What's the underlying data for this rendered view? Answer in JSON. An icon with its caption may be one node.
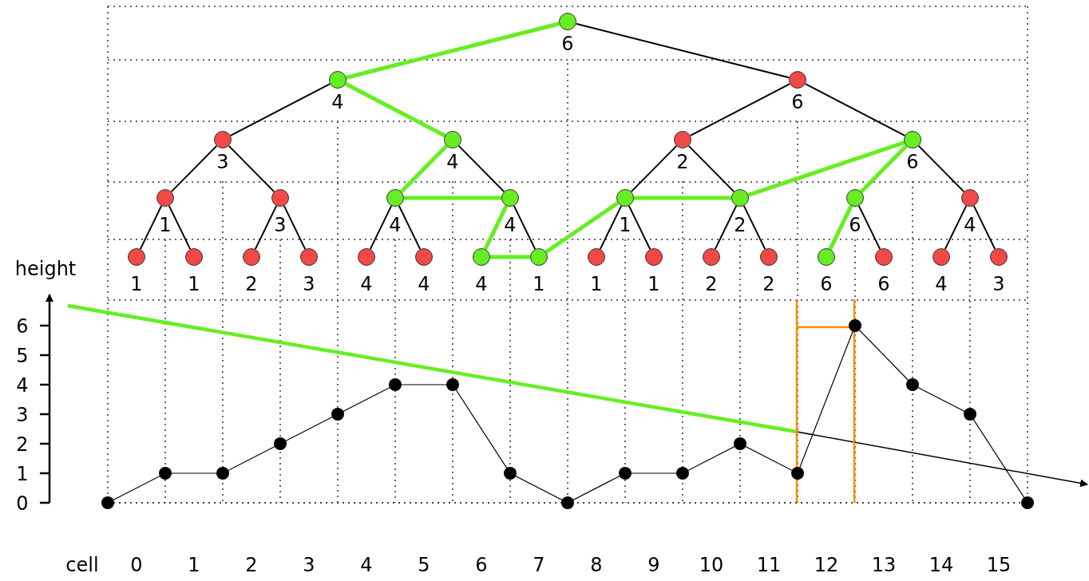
{
  "diagram": {
    "nodes": [
      {
        "text": [],
        "shape": "circle",
        "beside": [
          "6"
        ]
      },
      {
        "text": [],
        "shape": "circle",
        "beside": [
          "4"
        ]
      },
      {
        "text": [],
        "shape": "circle",
        "beside": [
          "6"
        ]
      },
      {
        "text": [],
        "shape": "circle",
        "beside": [
          "3"
        ]
      },
      {
        "text": [],
        "shape": "circle",
        "beside": [
          "4"
        ]
      },
      {
        "text": [],
        "shape": "circle",
        "beside": [
          "2"
        ]
      },
      {
        "text": [],
        "shape": "circle",
        "beside": [
          "6"
        ]
      },
      {
        "text": [],
        "shape": "circle",
        "beside": [
          "1"
        ]
      },
      {
        "text": [],
        "shape": "circle",
        "beside": [
          "3"
        ]
      },
      {
        "text": [],
        "shape": "circle",
        "beside": [
          "4"
        ]
      },
      {
        "text": [],
        "shape": "circle",
        "beside": [
          "4"
        ]
      },
      {
        "text": [],
        "shape": "circle",
        "beside": [
          "1"
        ]
      },
      {
        "text": [],
        "shape": "circle",
        "beside": [
          "2"
        ]
      },
      {
        "text": [],
        "shape": "circle",
        "beside": [
          "6"
        ]
      },
      {
        "text": [],
        "shape": "circle",
        "beside": [
          "4"
        ]
      },
      {
        "text": [],
        "shape": "circle",
        "beside": [
          "1"
        ]
      },
      {
        "text": [],
        "shape": "circle",
        "beside": [
          "1"
        ]
      },
      {
        "text": [],
        "shape": "circle",
        "beside": [
          "2"
        ]
      },
      {
        "text": [],
        "shape": "circle",
        "beside": [
          "3"
        ]
      },
      {
        "text": [],
        "shape": "circle",
        "beside": [
          "4"
        ]
      },
      {
        "text": [],
        "shape": "circle",
        "beside": [
          "4"
        ]
      },
      {
        "text": [],
        "shape": "circle",
        "beside": [
          "4"
        ]
      },
      {
        "text": [],
        "shape": "circle",
        "beside": [
          "1"
        ]
      },
      {
        "text": [],
        "shape": "circle",
        "beside": [
          "1"
        ]
      },
      {
        "text": [],
        "shape": "circle",
        "beside": [
          "1"
        ]
      },
      {
        "text": [],
        "shape": "circle",
        "beside": [
          "2"
        ]
      },
      {
        "text": [],
        "shape": "circle",
        "beside": [
          "2"
        ]
      },
      {
        "text": [],
        "shape": "circle",
        "beside": [
          "6"
        ]
      },
      {
        "text": [],
        "shape": "circle",
        "beside": [
          "6"
        ]
      },
      {
        "text": [],
        "shape": "circle",
        "beside": [
          "4"
        ]
      },
      {
        "text": [],
        "shape": "circle",
        "beside": [
          "3"
        ]
      }
    ],
    "edges": [
      {
        "from": 0,
        "to": 1,
        "arrow": "none",
        "style": "thick",
        "color": "#66ee22"
      },
      {
        "from": 0,
        "to": 2,
        "arrow": "none"
      },
      {
        "from": 1,
        "to": 3,
        "arrow": "none"
      },
      {
        "from": 1,
        "to": 4,
        "arrow": "none",
        "style": "thick",
        "color": "#66ee22"
      },
      {
        "from": 2,
        "to": 5,
        "arrow": "none"
      },
      {
        "from": 2,
        "to": 6,
        "arrow": "none"
      },
      {
        "from": 3,
        "to": 7,
        "arrow": "none"
      },
      {
        "from": 3,
        "to": 8,
        "arrow": "none"
      },
      {
        "from": 4,
        "to": 9,
        "arrow": "none",
        "style": "thick",
        "color": "#66ee22"
      },
      {
        "from": 4,
        "to": 10,
        "arrow": "none"
      },
      {
        "from": 5,
        "to": 11,
        "arrow": "none"
      },
      {
        "from": 5,
        "to": 12,
        "arrow": "none"
      },
      {
        "from": 6,
        "to": 13,
        "arrow": "none",
        "style": "thick",
        "color": "#66ee22"
      },
      {
        "from": 6,
        "to": 14,
        "arrow": "none"
      },
      {
        "from": 7,
        "to": 15,
        "arrow": "none"
      },
      {
        "from": 7,
        "to": 16,
        "arrow": "none"
      },
      {
        "from": 8,
        "to": 17,
        "arrow": "none"
      },
      {
        "from": 8,
        "to": 18,
        "arrow": "none"
      },
      {
        "from": 9,
        "to": 19,
        "arrow": "none"
      },
      {
        "from": 9,
        "to": 20,
        "arrow": "none"
      },
      {
        "from": 10,
        "to": 21,
        "arrow": "none",
        "style": "thick",
        "color": "#66ee22"
      },
      {
        "from": 10,
        "to": 22,
        "arrow": "none"
      },
      {
        "from": 11,
        "to": 23,
        "arrow": "none"
      },
      {
        "from": 11,
        "to": 24,
        "arrow": "none"
      },
      {
        "from": 12,
        "to": 25,
        "arrow": "none"
      },
      {
        "from": 12,
        "to": 26,
        "arrow": "none"
      },
      {
        "from": 13,
        "to": 27,
        "arrow": "none",
        "style": "thick",
        "color": "#66ee22"
      },
      {
        "from": 13,
        "to": 28,
        "arrow": "none"
      },
      {
        "from": 14,
        "to": 29,
        "arrow": "none"
      },
      {
        "from": 14,
        "to": 30,
        "arrow": "none"
      },
      {
        "from": 9,
        "to": 10,
        "arrow": "none",
        "style": "thick",
        "color": "#66ee22"
      },
      {
        "from": 21,
        "to": 22,
        "arrow": "none",
        "style": "thick",
        "color": "#66ee22"
      },
      {
        "from": 22,
        "to": 11,
        "arrow": "none",
        "style": "thick",
        "color": "#66ee22"
      },
      {
        "from": 11,
        "to": 12,
        "arrow": "none",
        "style": "thick",
        "color": "#66ee22"
      },
      {
        "from": 12,
        "to": 6,
        "arrow": "none",
        "style": "thick",
        "color": "#66ee22"
      }
    ],
    "chart_data": {
      "type": "line",
      "xlabel": "cell",
      "ylabel": "height",
      "x": [
        0,
        1,
        2,
        3,
        4,
        5,
        6,
        7,
        8,
        9,
        10,
        11,
        12,
        13,
        14,
        15,
        16
      ],
      "values": [
        0,
        1,
        1,
        2,
        3,
        4,
        4,
        1,
        0,
        1,
        1,
        2,
        1,
        6,
        4,
        3,
        0
      ],
      "yticks": [
        0,
        1,
        2,
        3,
        4,
        5,
        6
      ],
      "xlim": [
        0,
        16
      ],
      "ylim": [
        0,
        7
      ],
      "marker": true,
      "xticks": [
        {
          "value": 0.5,
          "label": "0"
        },
        {
          "value": 1.5,
          "label": "1"
        },
        {
          "value": 2.5,
          "label": "2"
        },
        {
          "value": 3.5,
          "label": "3"
        },
        {
          "value": 4.5,
          "label": "4"
        },
        {
          "value": 5.5,
          "label": "5"
        },
        {
          "value": 6.5,
          "label": "6"
        },
        {
          "value": 7.5,
          "label": "7"
        },
        {
          "value": 8.5,
          "label": "8"
        },
        {
          "value": 9.5,
          "label": "9"
        },
        {
          "value": 10.5,
          "label": "10"
        },
        {
          "value": 11.5,
          "label": "11"
        },
        {
          "value": 12.5,
          "label": "12"
        },
        {
          "value": 13.5,
          "label": "13"
        },
        {
          "value": 14.5,
          "label": "14"
        },
        {
          "value": 15.5,
          "label": "15"
        }
      ]
    }
  }
}
